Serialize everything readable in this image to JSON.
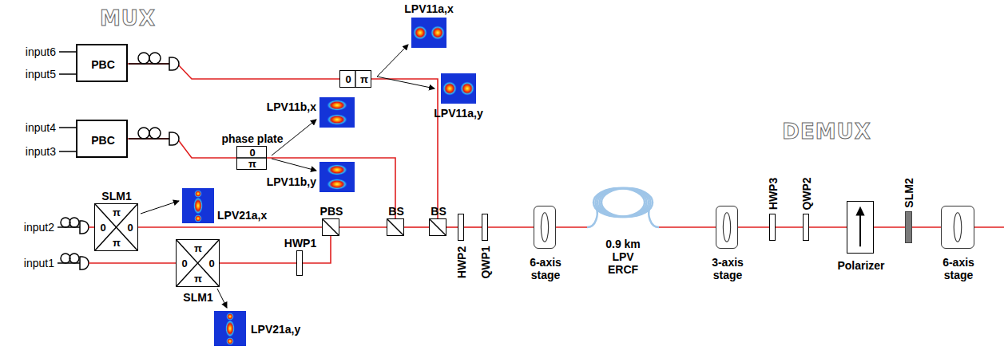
{
  "diagram": {
    "nodes": [
      {
        "text": [
          "PBC"
        ]
      },
      {
        "text": [
          "PBC"
        ]
      },
      {
        "text": [
          "phase plate",
          "0",
          "π"
        ]
      },
      {
        "text": [
          "0",
          "π"
        ]
      },
      {
        "text": [
          "SLM1",
          "π",
          "0",
          "0",
          "π"
        ]
      },
      {
        "text": [
          "SLM1",
          "π",
          "0",
          "0",
          "π"
        ]
      },
      {
        "text": [
          "HWP1"
        ]
      },
      {
        "text": [
          "PBS"
        ]
      },
      {
        "text": [
          "BS"
        ]
      },
      {
        "text": [
          "BS"
        ]
      },
      {
        "text": [
          "HWP2"
        ]
      },
      {
        "text": [
          "QWP1"
        ]
      },
      {
        "text": [
          "6-axis stage"
        ]
      },
      {
        "text": [
          "0.9 km LPV ERCF"
        ]
      },
      {
        "text": [
          "3-axis stage"
        ]
      },
      {
        "text": [
          "HWP3"
        ]
      },
      {
        "text": [
          "QWP2"
        ]
      },
      {
        "text": [
          "Polarizer"
        ]
      },
      {
        "text": [
          "SLM2"
        ]
      },
      {
        "text": [
          "6-axis stage"
        ]
      }
    ],
    "edges": [
      {
        "from": 0,
        "to": 3,
        "arrow": "none"
      },
      {
        "from": 1,
        "to": 2,
        "arrow": "none"
      },
      {
        "from": 4,
        "to": 7,
        "arrow": "none"
      },
      {
        "from": 5,
        "to": 6,
        "arrow": "none"
      },
      {
        "from": 6,
        "to": 7,
        "arrow": "none"
      },
      {
        "from": 7,
        "to": 8,
        "arrow": "none"
      },
      {
        "from": 2,
        "to": 8,
        "arrow": "none"
      },
      {
        "from": 8,
        "to": 9,
        "arrow": "none"
      },
      {
        "from": 3,
        "to": 9,
        "arrow": "none"
      },
      {
        "from": 9,
        "to": 10,
        "arrow": "none"
      },
      {
        "from": 10,
        "to": 11,
        "arrow": "none"
      },
      {
        "from": 11,
        "to": 12,
        "arrow": "none"
      },
      {
        "from": 12,
        "to": 13,
        "arrow": "none"
      },
      {
        "from": 13,
        "to": 14,
        "arrow": "none"
      },
      {
        "from": 14,
        "to": 15,
        "arrow": "none"
      },
      {
        "from": 15,
        "to": 16,
        "arrow": "none"
      },
      {
        "from": 16,
        "to": 17,
        "arrow": "none"
      },
      {
        "from": 17,
        "to": 18,
        "arrow": "none"
      },
      {
        "from": 18,
        "to": 19,
        "arrow": "none"
      }
    ],
    "labels": [
      "MUX",
      "DEMUX",
      "input6",
      "input5",
      "input4",
      "input3",
      "input2",
      "input1",
      "LPV11a,x",
      "LPV11a,y",
      "LPV11b,x",
      "LPV11b,y",
      "LPV21a,x",
      "LPV21a,y"
    ]
  }
}
